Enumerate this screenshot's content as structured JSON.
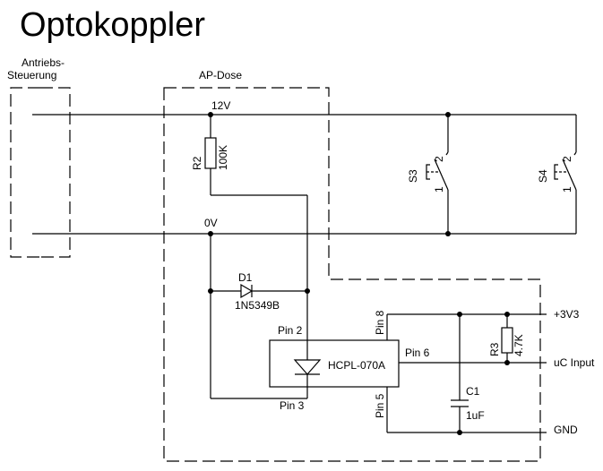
{
  "title": "Optokoppler",
  "labels": {
    "antriebs_line1": "Antriebs-",
    "antriebs_line2": "Steuerung",
    "ap_dose": "AP-Dose",
    "net_12v": "12V",
    "net_0v": "0V",
    "r2_ref": "R2",
    "r2_value": "100K",
    "s3_ref": "S3",
    "s4_ref": "S4",
    "s3_pin1": "1",
    "s3_pin2": "2",
    "s4_pin1": "1",
    "s4_pin2": "2",
    "d1_ref": "D1",
    "d1_value": "1N5349B",
    "pin2": "Pin 2",
    "pin3": "Pin 3",
    "pin5": "Pin 5",
    "pin6": "Pin 6",
    "pin8": "Pin 8",
    "ic_name": "HCPL-070A",
    "r3_ref": "R3",
    "r3_value": "4.7K",
    "c1_ref": "C1",
    "c1_value": "1uF",
    "out_3v3": "+3V3",
    "out_uc": "uC Input",
    "out_gnd": "GND"
  }
}
